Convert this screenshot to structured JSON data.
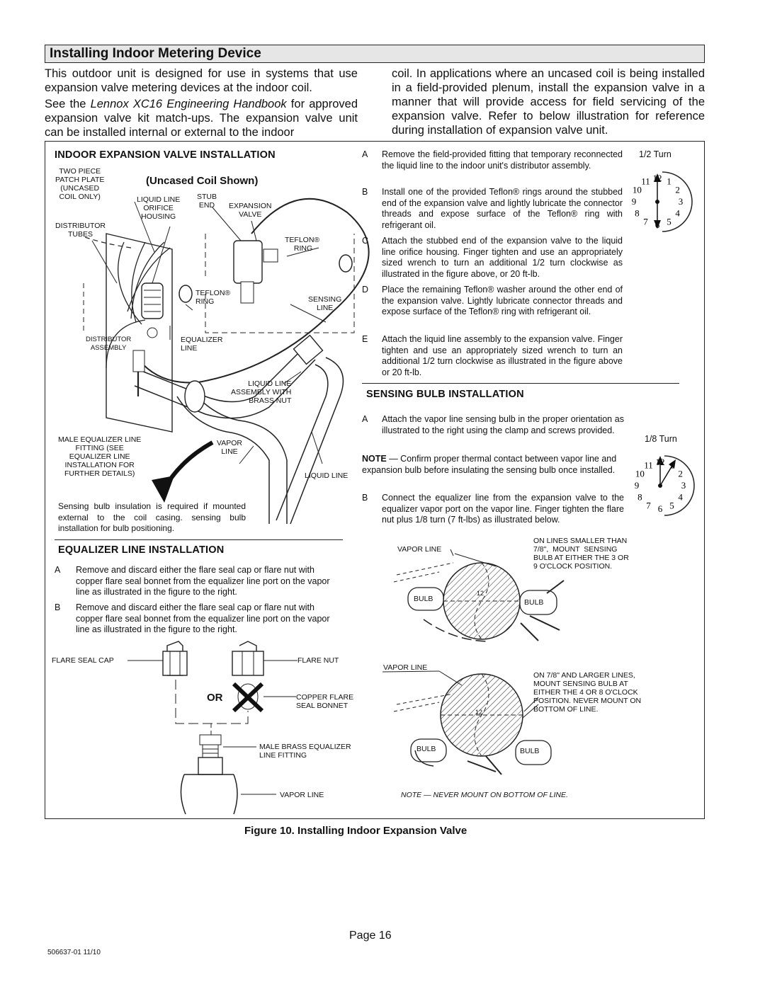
{
  "section": {
    "title": "Installing Indoor Metering Device"
  },
  "intro": {
    "p1": "This outdoor unit is designed for use in systems that use expansion valve metering devices at the indoor coil.",
    "p2_pre": "See the ",
    "p2_italic": "Lennox XC16 Engineering Handbook",
    "p2_post": " for approved expansion valve kit match-ups. The expansion valve unit can be installed internal or external to the indoor",
    "p3": "coil. In applications where an uncased coil is being installed in a field-provided plenum, install the expansion valve in a manner that will provide access for field servicing of the expansion valve. Refer to below illustration for reference during installation of expansion valve unit."
  },
  "indoor_valve": {
    "heading": "INDOOR EXPANSION VALVE INSTALLATION",
    "subheading": "(Uncased Coil Shown)",
    "labels": {
      "two_piece": "TWO PIECE\nPATCH PLATE\n(UNCASED\nCOIL ONLY)",
      "liquid_line_orifice": "LIQUID LINE\nORIFICE\nHOUSING",
      "stub_end": "STUB\nEND",
      "expansion_valve": "EXPANSION\nVALVE",
      "distributor_tubes": "DISTRIBUTOR\nTUBES",
      "teflon_ring_1": "TEFLON® \nRING",
      "teflon_ring_2": "TEFLON® \nRING",
      "sensing_line": "SENSING\nLINE",
      "distributor_assembly": "DISTRIBUTOR\nASSEMBLY",
      "equalizer_line": "EQUALIZER\nLINE",
      "liquid_line_assembly": "LIQUID LINE\nASSEMBLY WITH\nBRASS NUT",
      "male_equalizer": "MALE EQUALIZER LINE\nFITTING (SEE\nEQUALIZER LINE\nINSTALLATION FOR\nFURTHER DETAILS)",
      "vapor_line": "VAPOR\nLINE",
      "liquid_line": "LIQUID LINE"
    },
    "insulation_note": "Sensing bulb insulation is required if mounted external to the coil casing. sensing bulb installation for bulb positioning."
  },
  "steps_valve": [
    {
      "letter": "A",
      "text": "Remove the field-provided fitting that temporary reconnected the liquid line to the indoor unit's distributor assembly."
    },
    {
      "letter": "B",
      "text": "Install one of the provided Teflon® rings around the stubbed end of the expansion valve and lightly lubricate the connector threads and expose surface of the Teflon® ring with refrigerant oil."
    },
    {
      "letter": "C",
      "text": "Attach the stubbed end of the expansion valve to the liquid line orifice housing. Finger tighten and use an appropriately sized wrench to turn an additional 1/2 turn clockwise as illustrated in the figure above, or 20 ft-lb."
    },
    {
      "letter": "D",
      "text": "Place the remaining Teflon® washer around the other end of the expansion valve. Lightly lubricate connector threads and expose surface of the Teflon® ring with refrigerant oil."
    },
    {
      "letter": "E",
      "text": "Attach the liquid line assembly to the expansion valve. Finger tighten and use an appropriately sized wrench to turn an additional 1/2 turn clockwise as illustrated in the figure above or 20 ft-lb."
    }
  ],
  "half_turn_label": "1/2 Turn",
  "eighth_turn_label": "1/8 Turn",
  "clock_numbers": [
    "12",
    "1",
    "2",
    "3",
    "4",
    "5",
    "6",
    "7",
    "8",
    "9",
    "10",
    "11"
  ],
  "sensing": {
    "heading": "SENSING BULB INSTALLATION",
    "a_letter": "A",
    "a_text": "Attach the vapor line sensing bulb in the proper orientation as illustrated to the right using the clamp and screws provided.",
    "note_bold": "NOTE",
    "note_text": " — Confirm proper thermal contact between vapor line and expansion bulb before insulating the sensing bulb once installed.",
    "b_letter": "B",
    "b_text": "Connect the equalizer line from the expansion valve to the equalizer vapor port on the vapor line. Finger tighten the flare nut plus 1/8 turn (7 ft-lbs) as illustrated below."
  },
  "bulb_diagram": {
    "vapor_line_1": "VAPOR LINE",
    "vapor_line_2": "VAPOR LINE",
    "small_lines": "ON LINES SMALLER THAN\n7/8\",  MOUNT  SENSING\nBULB AT EITHER THE 3 OR\n9 O'CLOCK POSITION.",
    "large_lines": "ON 7/8\" AND LARGER LINES,\nMOUNT SENSING BULB AT\nEITHER THE 4 OR 8 O'CLOCK\nPOSITION. NEVER MOUNT ON\nBOTTOM OF LINE.",
    "bulb": "BULB",
    "twelve": "12",
    "never_note": "NOTE — NEVER MOUNT ON BOTTOM OF LINE."
  },
  "equalizer": {
    "heading": "EQUALIZER LINE INSTALLATION",
    "steps": [
      {
        "letter": "A",
        "text": "Remove and discard either the flare seal cap or flare nut with copper flare seal bonnet from the equalizer line port on the vapor line as illustrated in the figure to the right."
      },
      {
        "letter": "B",
        "text": "Remove and discard either the flare seal cap or flare nut with copper flare seal bonnet from the equalizer line port on the vapor line as illustrated in the figure to the right."
      }
    ],
    "flare_seal_cap": "FLARE SEAL CAP",
    "flare_nut": "FLARE NUT",
    "or": "OR",
    "copper_flare": "COPPER FLARE\nSEAL BONNET",
    "male_brass": "MALE BRASS EQUALIZER\nLINE FITTING",
    "vapor_line": "VAPOR LINE"
  },
  "caption": "Figure 10. Installing Indoor Expansion Valve",
  "footer": {
    "page": "Page 16",
    "doc_no": "506637-01 11/10"
  }
}
